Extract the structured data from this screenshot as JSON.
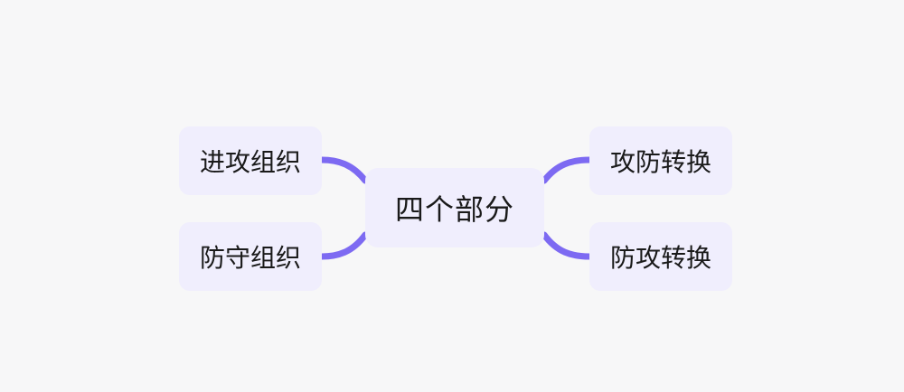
{
  "diagram": {
    "type": "mind-map",
    "colors": {
      "background": "#f7f7f8",
      "node_fill": "#f0eefd",
      "connector": "#7d6af2",
      "text": "#1a1a1a"
    },
    "root": {
      "label": "四个部分"
    },
    "branches": [
      {
        "label": "进攻组织",
        "side": "left"
      },
      {
        "label": "防守组织",
        "side": "left"
      },
      {
        "label": "攻防转换",
        "side": "right"
      },
      {
        "label": "防攻转换",
        "side": "right"
      }
    ]
  }
}
